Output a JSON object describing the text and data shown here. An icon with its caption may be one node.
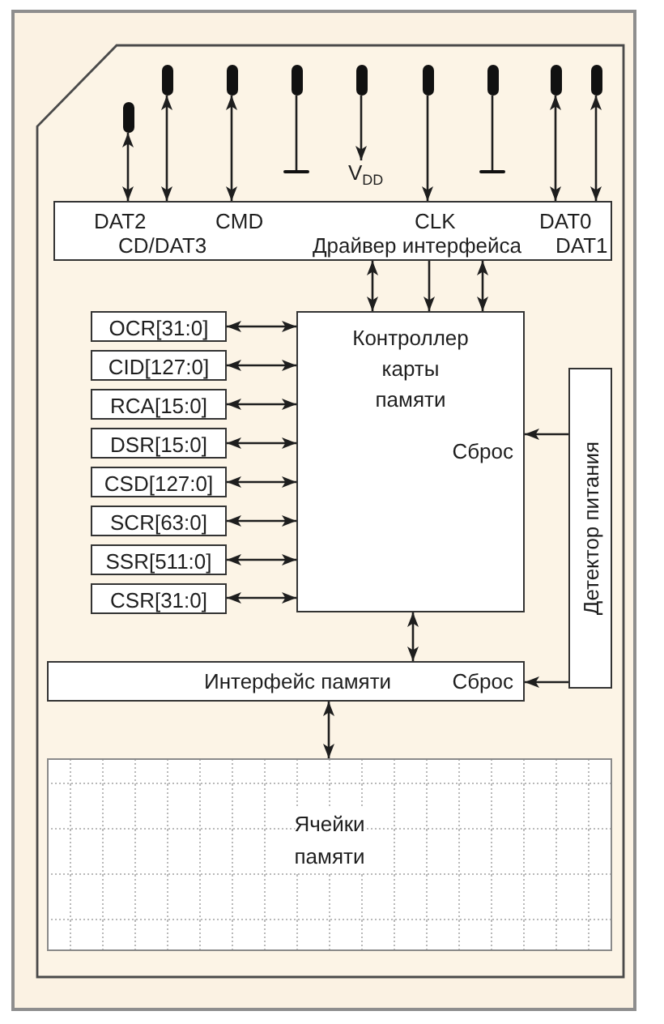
{
  "diagram": {
    "nodes": [
      {
        "text": [],
        "shape": "bar"
      },
      {
        "text": [],
        "shape": "bar"
      },
      {
        "text": [],
        "shape": "bar"
      },
      {
        "text": [],
        "shape": "bar"
      },
      {
        "text": [],
        "shape": "bar"
      },
      {
        "text": [],
        "shape": "bar"
      },
      {
        "text": [],
        "shape": "bar"
      },
      {
        "text": [],
        "shape": "bar"
      },
      {
        "text": [],
        "shape": "bar"
      },
      {
        "text": [],
        "shape": "bar"
      },
      {
        "text": [],
        "shape": "bar"
      },
      {
        "text": [
          "V$_{DD}$"
        ]
      },
      {
        "text": [
          "DAT2",
          "CMD",
          "CLK",
          "DAT0",
          "CD/DAT3",
          "Драйвер интерфейса",
          "DAT1"
        ]
      },
      {
        "text": [
          "Контроллер карты памяти",
          "Сброс"
        ]
      },
      {
        "text": [
          "OCR[31:0]"
        ]
      },
      {
        "text": [
          "CID[127:0]"
        ]
      },
      {
        "text": [
          "RCA[15:0]"
        ]
      },
      {
        "text": [
          "DSR[15:0]"
        ]
      },
      {
        "text": [
          "CSD[127:0]"
        ]
      },
      {
        "text": [
          "SCR[63:0]"
        ]
      },
      {
        "text": [
          "SSR[511:0]"
        ]
      },
      {
        "text": [
          "CSR[31:0]"
        ]
      },
      {
        "text": [
          "Детектор питания"
        ]
      },
      {
        "text": [
          "Интерфейс памяти",
          "Сброс"
        ]
      },
      {
        "text": [
          "Ячейки памяти"
        ]
      }
    ],
    "edges": [
      {
        "from": 0,
        "to": 12,
        "arrow": "both"
      },
      {
        "from": 1,
        "to": 12,
        "arrow": "both"
      },
      {
        "from": 2,
        "to": 12,
        "arrow": "both"
      },
      {
        "from": 3,
        "to": 9,
        "arrow": "none"
      },
      {
        "from": 4,
        "to": 11,
        "arrow": "to"
      },
      {
        "from": 5,
        "to": 12,
        "arrow": "to"
      },
      {
        "from": 6,
        "to": 10,
        "arrow": "none"
      },
      {
        "from": 7,
        "to": 12,
        "arrow": "both"
      },
      {
        "from": 8,
        "to": 12,
        "arrow": "both"
      },
      {
        "from": 12,
        "to": 13,
        "arrow": "both"
      },
      {
        "from": 12,
        "to": 13,
        "arrow": "to"
      },
      {
        "from": 12,
        "to": 13,
        "arrow": "both"
      },
      {
        "from": 14,
        "to": 13,
        "arrow": "both"
      },
      {
        "from": 15,
        "to": 13,
        "arrow": "both"
      },
      {
        "from": 16,
        "to": 13,
        "arrow": "both"
      },
      {
        "from": 17,
        "to": 13,
        "arrow": "both"
      },
      {
        "from": 18,
        "to": 13,
        "arrow": "both"
      },
      {
        "from": 19,
        "to": 13,
        "arrow": "both"
      },
      {
        "from": 20,
        "to": 13,
        "arrow": "both"
      },
      {
        "from": 21,
        "to": 13,
        "arrow": "both"
      },
      {
        "from": 22,
        "to": 13,
        "arrow": "to"
      },
      {
        "from": 13,
        "to": 23,
        "arrow": "both"
      },
      {
        "from": 22,
        "to": 23,
        "arrow": "to"
      },
      {
        "from": 23,
        "to": 24,
        "arrow": "both"
      }
    ]
  }
}
